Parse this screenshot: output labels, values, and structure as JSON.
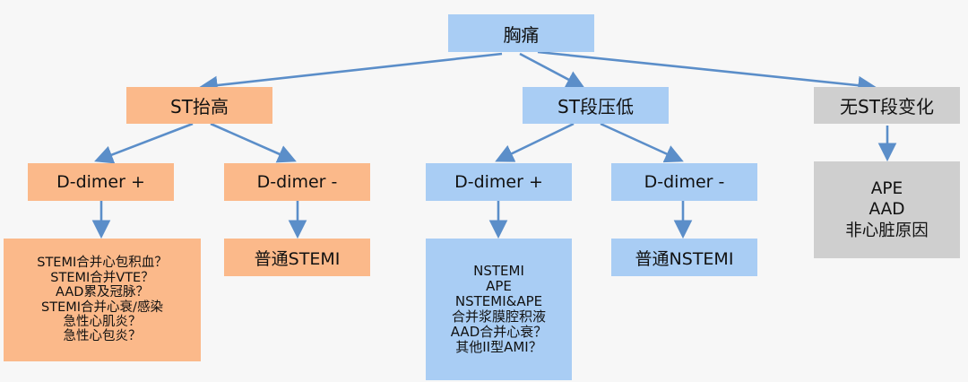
{
  "root": {
    "label": "胸痛"
  },
  "branches": [
    {
      "label": "ST抬高",
      "children": [
        {
          "label": "D-dimer +",
          "outcomes": [
            "STEMI合并心包积血？",
            "STEMI合并VTE？",
            "AAD累及冠脉？",
            "STEMI合并心衰/感染",
            "急性心肌炎？",
            "急性心包炎？"
          ]
        },
        {
          "label": "D-dimer -",
          "outcomes": [
            "普通STEMI"
          ]
        }
      ]
    },
    {
      "label": "ST段压低",
      "children": [
        {
          "label": "D-dimer +",
          "outcomes": [
            "NSTEMI",
            "APE",
            "NSTEMI&APE",
            "合并浆膜腔积液",
            "AAD合并心衰？",
            "其他II型AMI？"
          ]
        },
        {
          "label": "D-dimer -",
          "outcomes": [
            "普通NSTEMI"
          ]
        }
      ]
    },
    {
      "label": "无ST段变化",
      "outcomes": [
        "APE",
        "AAD",
        "非心脏原因"
      ]
    }
  ],
  "colors": {
    "st_elevation": "#fbb98a",
    "st_depression": "#a9cdf4",
    "no_st_change": "#cfcfcf",
    "arrow": "#5b8ec9"
  }
}
